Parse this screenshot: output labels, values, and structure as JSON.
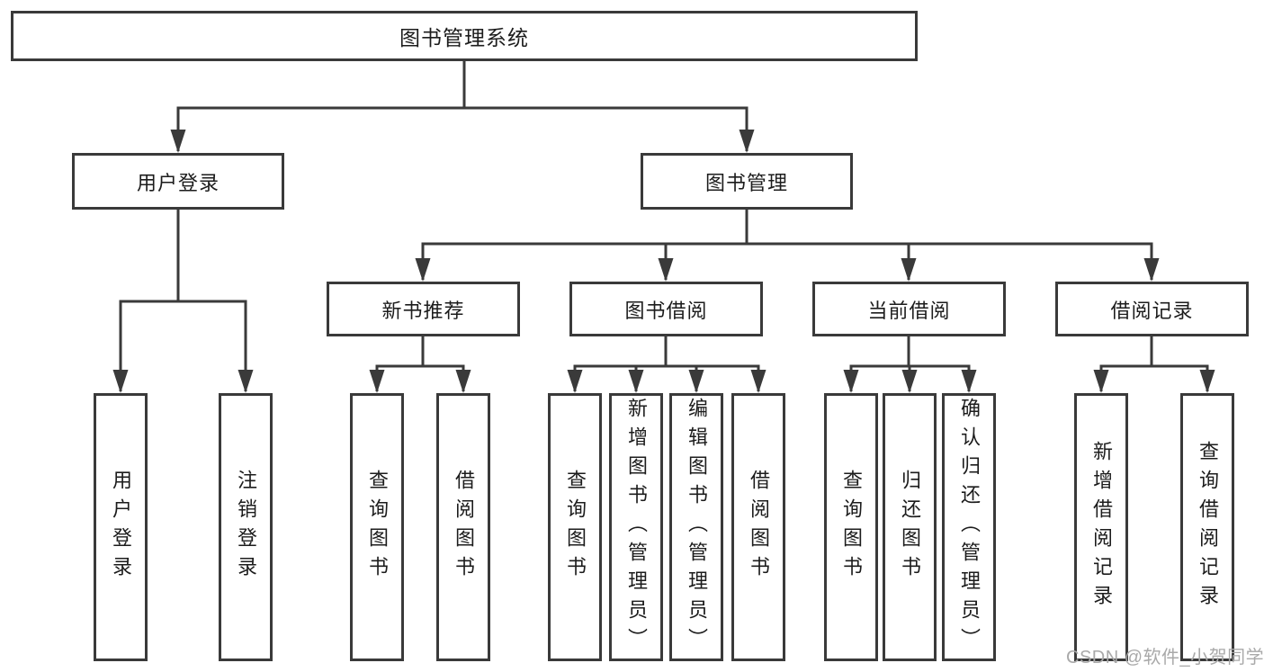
{
  "diagram": {
    "title": "图书管理系统",
    "user_branch": {
      "label": "用户登录",
      "children": [
        {
          "label": "用户登录"
        },
        {
          "label": "注销登录"
        }
      ]
    },
    "book_branch": {
      "label": "图书管理",
      "children": [
        {
          "label": "新书推荐",
          "children": [
            {
              "label": "查询图书"
            },
            {
              "label": "借阅图书"
            }
          ]
        },
        {
          "label": "图书借阅",
          "children": [
            {
              "label": "查询图书"
            },
            {
              "label": "新增图书（管理员）"
            },
            {
              "label": "编辑图书（管理员）"
            },
            {
              "label": "借阅图书"
            }
          ]
        },
        {
          "label": "当前借阅",
          "children": [
            {
              "label": "查询图书"
            },
            {
              "label": "归还图书"
            },
            {
              "label": "确认归还（管理员）"
            }
          ]
        },
        {
          "label": "借阅记录",
          "children": [
            {
              "label": "新增借阅记录"
            },
            {
              "label": "查询借阅记录"
            }
          ]
        }
      ]
    }
  },
  "colors": {
    "line": "#3a3a3a",
    "box_border": "#3a3a3a",
    "text": "#1c1c1c",
    "watermark": "#a9a9a9"
  },
  "watermark": "CSDN @软件_小贺同学"
}
